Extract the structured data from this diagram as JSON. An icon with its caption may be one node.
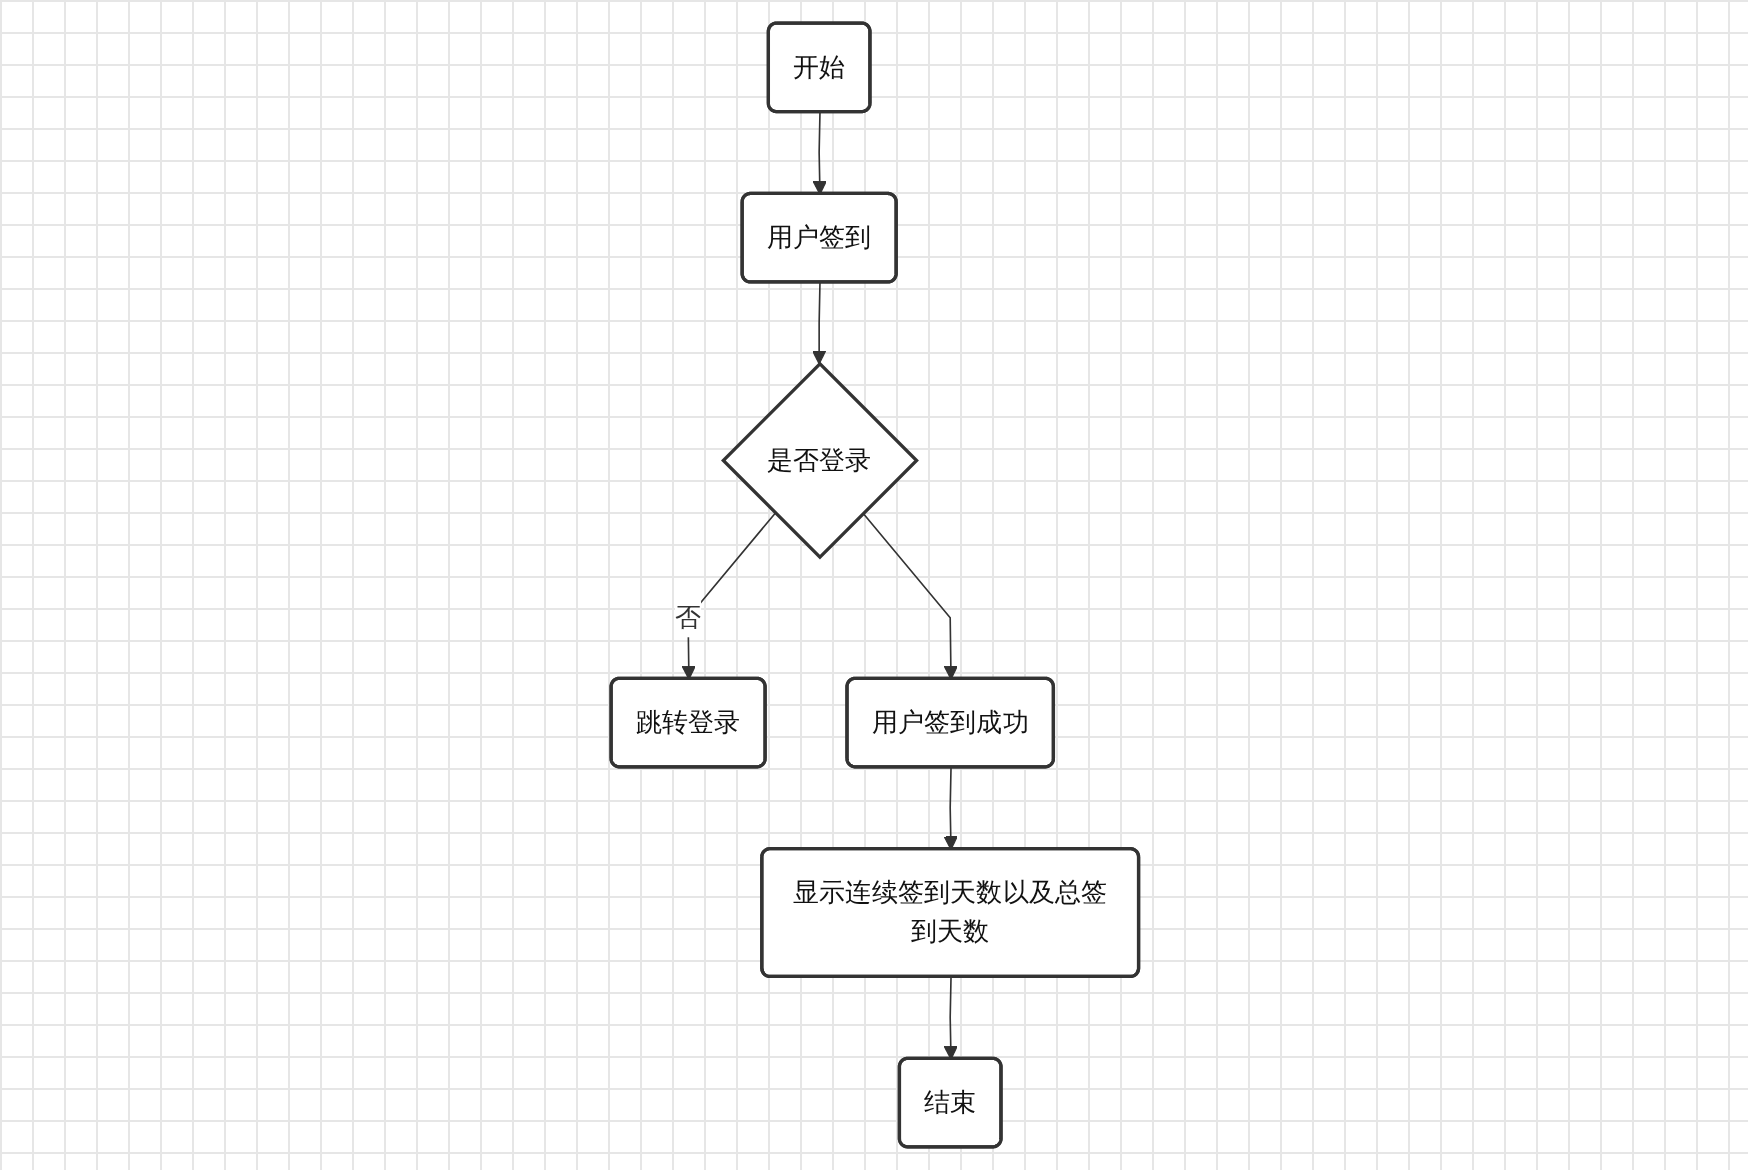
{
  "diagram": {
    "nodes": [
      {
        "text": [
          "开始"
        ]
      },
      {
        "text": [
          "用户签到"
        ]
      },
      {
        "text": [
          "是否登录"
        ]
      },
      {
        "text": [
          "跳转登录"
        ]
      },
      {
        "text": [
          "用户签到成功"
        ]
      },
      {
        "text": [
          "显示连续签到天数以及总签到天数"
        ]
      },
      {
        "text": [
          "结束"
        ]
      }
    ],
    "edges": [
      {
        "from": 0,
        "to": 1,
        "arrow": "to"
      },
      {
        "from": 1,
        "to": 2,
        "arrow": "to"
      },
      {
        "from": 2,
        "to": 3,
        "label": "否",
        "arrow": "to"
      },
      {
        "from": 2,
        "to": 4,
        "arrow": "to"
      },
      {
        "from": 4,
        "to": 5,
        "arrow": "to"
      },
      {
        "from": 5,
        "to": 6,
        "arrow": "to"
      }
    ]
  }
}
